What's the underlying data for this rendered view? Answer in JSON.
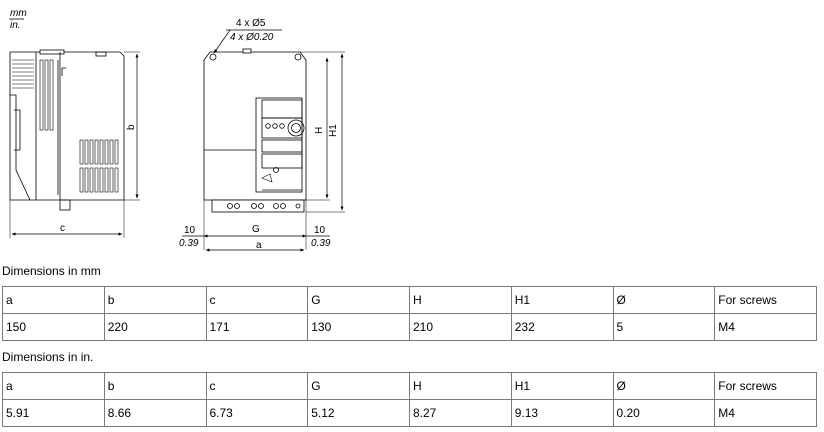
{
  "units_legend": {
    "top": "mm",
    "bottom": "in."
  },
  "labels": {
    "holes_mm": "4 x Ø5",
    "holes_in": "4 x Ø0.20",
    "side_b": "b",
    "side_c": "c",
    "front_H": "H",
    "front_H1": "H1",
    "front_G": "G",
    "front_a": "a",
    "left_offset_mm": "10",
    "left_offset_in": "0.39",
    "right_offset_mm": "10",
    "right_offset_in": "0.39"
  },
  "tables": [
    {
      "title": "Dimensions in mm",
      "headers": [
        "a",
        "b",
        "c",
        "G",
        "H",
        "H1",
        "Ø",
        "For screws"
      ],
      "values": [
        "150",
        "220",
        "171",
        "130",
        "210",
        "232",
        "5",
        "M4"
      ]
    },
    {
      "title": "Dimensions in in.",
      "headers": [
        "a",
        "b",
        "c",
        "G",
        "H",
        "H1",
        "Ø",
        "For screws"
      ],
      "values": [
        "5.91",
        "8.66",
        "6.73",
        "5.12",
        "8.27",
        "9.13",
        "0.20",
        "M4"
      ]
    }
  ]
}
